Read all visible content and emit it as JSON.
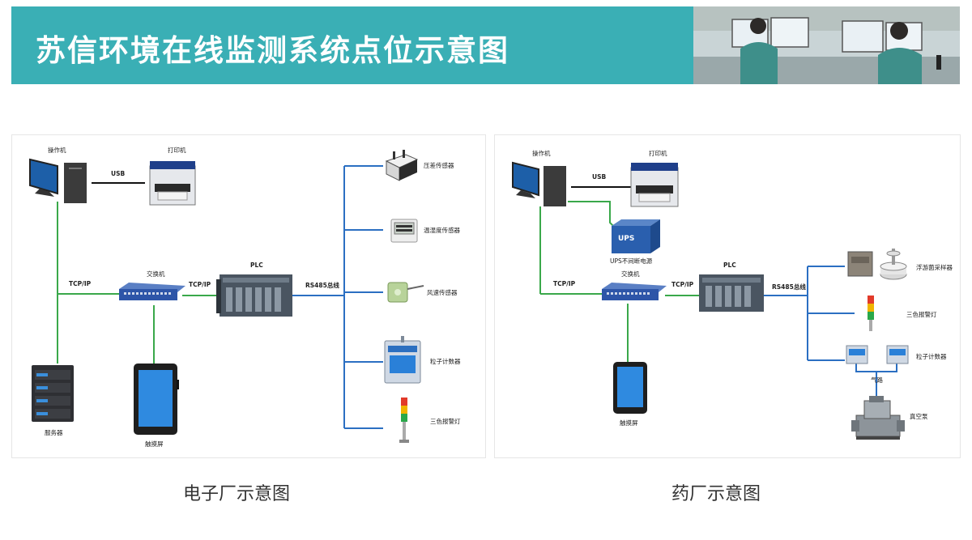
{
  "header": {
    "title": "苏信环境在线监测系统点位示意图"
  },
  "electronics": {
    "caption": "电子厂示意图",
    "operator": "操作机",
    "printer": "打印机",
    "usb": "USB",
    "switch": "交换机",
    "tcpip_left": "TCP/IP",
    "tcpip_right": "TCP/IP",
    "plc": "PLC",
    "bus": "RS485总线",
    "server": "服务器",
    "touchscreen": "触摸屏",
    "sensors": [
      "压差传感器",
      "温湿度传感器",
      "风速传感器",
      "粒子计数器",
      "三色报警灯"
    ]
  },
  "pharma": {
    "caption": "药厂示意图",
    "operator": "操作机",
    "printer": "打印机",
    "usb": "USB",
    "ups": "UPS不间断电源",
    "ups_badge": "UPS",
    "switch": "交换机",
    "tcpip_left": "TCP/IP",
    "tcpip_right": "TCP/IP",
    "plc": "PLC",
    "bus": "RS485总线",
    "touchscreen": "触摸屏",
    "devices": [
      "浮游菌采样器",
      "三色报警灯",
      "粒子计数器"
    ],
    "airpath": "气路",
    "vacuum": "真空泵"
  },
  "colors": {
    "banner": "#3aafb5",
    "ethernet": "#3aa84a",
    "bus": "#2b6fc2",
    "usb": "#111111"
  }
}
